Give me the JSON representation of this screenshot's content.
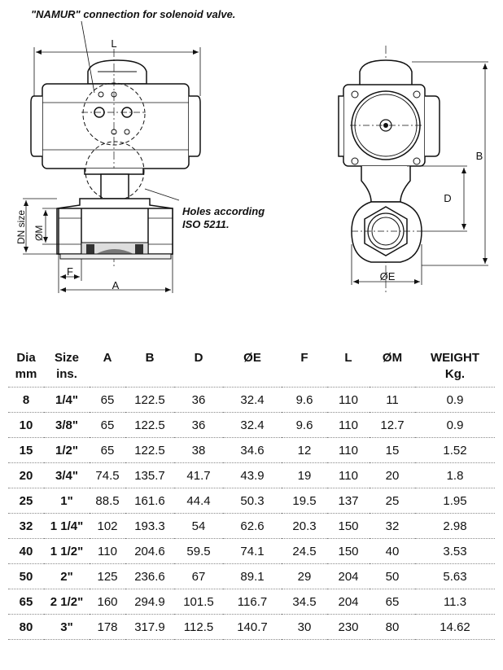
{
  "drawing": {
    "namur_note": "\"NAMUR\" connection for solenoid valve.",
    "holes_note_line1": "Holes according",
    "holes_note_line2": "ISO 5211.",
    "dim_labels": {
      "L": "L",
      "B": "B",
      "D": "D",
      "OE": "ØE",
      "A": "A",
      "F": "F",
      "OM": "ØM",
      "DN": "DN size"
    }
  },
  "table": {
    "columns": [
      [
        "Dia",
        "mm"
      ],
      [
        "Size",
        "ins."
      ],
      [
        "A",
        ""
      ],
      [
        "B",
        ""
      ],
      [
        "D",
        ""
      ],
      [
        "ØE",
        ""
      ],
      [
        "F",
        ""
      ],
      [
        "L",
        ""
      ],
      [
        "ØM",
        ""
      ],
      [
        "WEIGHT",
        "Kg."
      ]
    ],
    "rows": [
      [
        "8",
        "1/4\"",
        "65",
        "122.5",
        "36",
        "32.4",
        "9.6",
        "110",
        "11",
        "0.9"
      ],
      [
        "10",
        "3/8\"",
        "65",
        "122.5",
        "36",
        "32.4",
        "9.6",
        "110",
        "12.7",
        "0.9"
      ],
      [
        "15",
        "1/2\"",
        "65",
        "122.5",
        "38",
        "34.6",
        "12",
        "110",
        "15",
        "1.52"
      ],
      [
        "20",
        "3/4\"",
        "74.5",
        "135.7",
        "41.7",
        "43.9",
        "19",
        "110",
        "20",
        "1.8"
      ],
      [
        "25",
        "1\"",
        "88.5",
        "161.6",
        "44.4",
        "50.3",
        "19.5",
        "137",
        "25",
        "1.95"
      ],
      [
        "32",
        "1 1/4\"",
        "102",
        "193.3",
        "54",
        "62.6",
        "20.3",
        "150",
        "32",
        "2.98"
      ],
      [
        "40",
        "1 1/2\"",
        "110",
        "204.6",
        "59.5",
        "74.1",
        "24.5",
        "150",
        "40",
        "3.53"
      ],
      [
        "50",
        "2\"",
        "125",
        "236.6",
        "67",
        "89.1",
        "29",
        "204",
        "50",
        "5.63"
      ],
      [
        "65",
        "2 1/2\"",
        "160",
        "294.9",
        "101.5",
        "116.7",
        "34.5",
        "204",
        "65",
        "11.3"
      ],
      [
        "80",
        "3\"",
        "178",
        "317.9",
        "112.5",
        "140.7",
        "30",
        "230",
        "80",
        "14.62"
      ]
    ]
  }
}
